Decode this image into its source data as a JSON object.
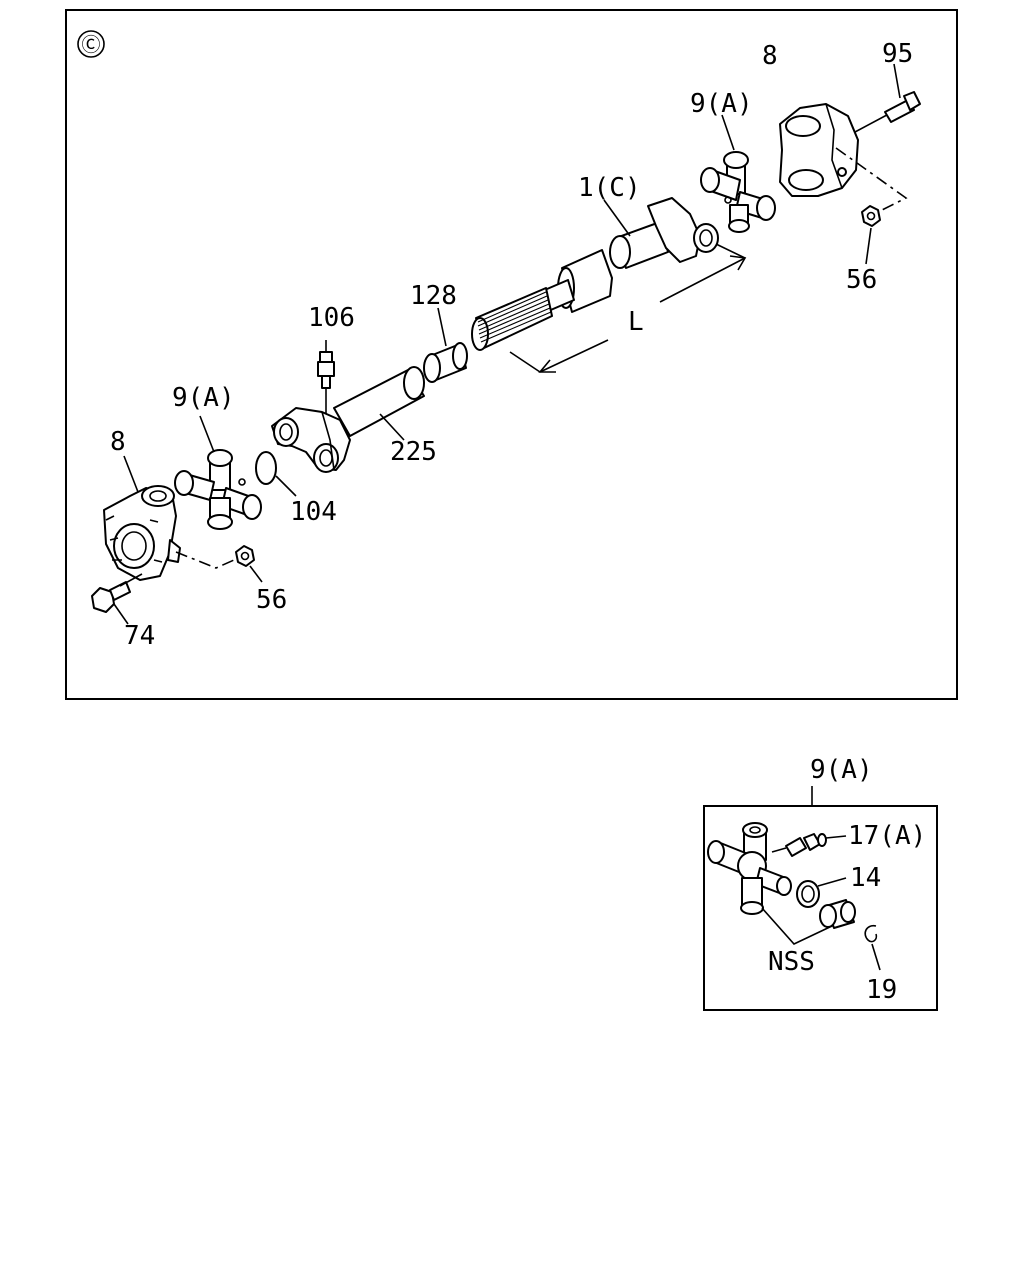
{
  "main_view": {
    "symbol": "Ⓒ",
    "labels": {
      "yoke_right": "8",
      "bolt_right": "95",
      "spider_right": "9(A)",
      "slip_yoke": "1(C)",
      "nut_right": "56",
      "length_mark": "L",
      "seal": "128",
      "grease_fitting": "106",
      "spider_left": "9(A)",
      "yoke_left": "8",
      "tube": "225",
      "plug": "104",
      "nut_left": "56",
      "bolt_left": "74"
    }
  },
  "detail_view": {
    "title": "9(A)",
    "labels": {
      "grease_nipple": "17(A)",
      "bearing_seal": "14",
      "assembly_note": "NSS",
      "snap_ring": "19"
    }
  }
}
